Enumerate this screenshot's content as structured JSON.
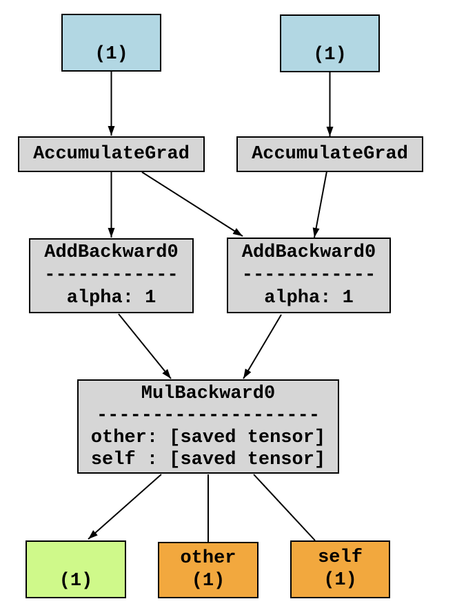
{
  "graph": {
    "kind": "pytorch-autograd-graph",
    "colors": {
      "tensor_fill": "#b2d7e3",
      "fn_fill": "#d6d6d6",
      "output_fill": "#cff98a",
      "saved_tensor_fill": "#f2a83e",
      "border": "#000000",
      "edge": "#000000",
      "background": "#ffffff"
    },
    "nodes": {
      "input_left": {
        "label": "(1)"
      },
      "input_right": {
        "label": "(1)"
      },
      "accumulate_grad_left": {
        "label": "AccumulateGrad"
      },
      "accumulate_grad_right": {
        "label": "AccumulateGrad"
      },
      "add_backward_left": {
        "title": "AddBackward0",
        "separator": "------------",
        "attr": "alpha: 1"
      },
      "add_backward_right": {
        "title": "AddBackward0",
        "separator": "------------",
        "attr": "alpha: 1"
      },
      "mul_backward": {
        "title": "MulBackward0",
        "separator": "--------------------",
        "saved_other": "other: [saved tensor]",
        "saved_self": "self : [saved tensor]"
      },
      "output": {
        "label": "(1)"
      },
      "saved_other": {
        "name": "other",
        "label": "(1)"
      },
      "saved_self": {
        "name": "self",
        "label": "(1)"
      }
    },
    "edges": [
      {
        "from": "input_left",
        "to": "accumulate_grad_left",
        "arrowhead": true
      },
      {
        "from": "input_right",
        "to": "accumulate_grad_right",
        "arrowhead": true
      },
      {
        "from": "accumulate_grad_left",
        "to": "add_backward_left",
        "arrowhead": true
      },
      {
        "from": "accumulate_grad_left",
        "to": "add_backward_right",
        "arrowhead": true
      },
      {
        "from": "accumulate_grad_right",
        "to": "add_backward_right",
        "arrowhead": true
      },
      {
        "from": "add_backward_left",
        "to": "mul_backward",
        "arrowhead": true
      },
      {
        "from": "add_backward_right",
        "to": "mul_backward",
        "arrowhead": true
      },
      {
        "from": "mul_backward",
        "to": "output",
        "arrowhead": true
      },
      {
        "from": "mul_backward",
        "to": "saved_other",
        "arrowhead": false
      },
      {
        "from": "mul_backward",
        "to": "saved_self",
        "arrowhead": false
      }
    ]
  }
}
